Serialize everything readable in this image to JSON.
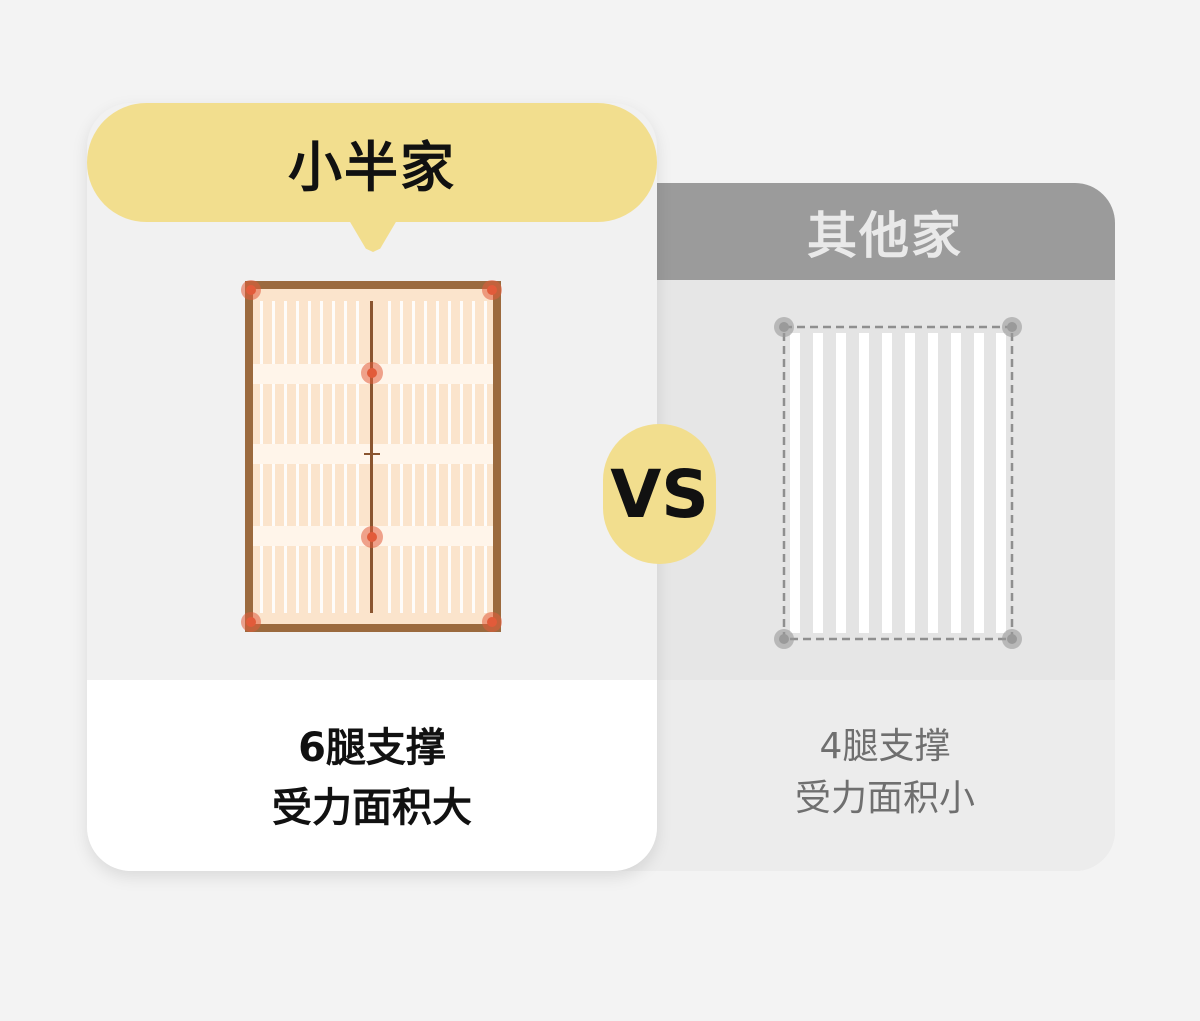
{
  "brand": {
    "label": "小半家",
    "legs_text": "6腿支撑",
    "area_text": "受力面积大"
  },
  "competitor": {
    "label": "其他家",
    "legs_text": "4腿支撑",
    "area_text": "受力面积小"
  },
  "versus_label": "VS",
  "colors": {
    "badge_yellow": "#f2de8e",
    "frame_brown": "#9b6a3e",
    "slat_cream": "#fbe4cc",
    "support_red": "#e25b3a",
    "competitor_header": "#9b9b9b",
    "competitor_leg": "#8a8a8a"
  },
  "icons": {
    "brand_bed": "bed-frame-six-legs-icon",
    "competitor_bed": "bed-frame-four-legs-icon"
  }
}
